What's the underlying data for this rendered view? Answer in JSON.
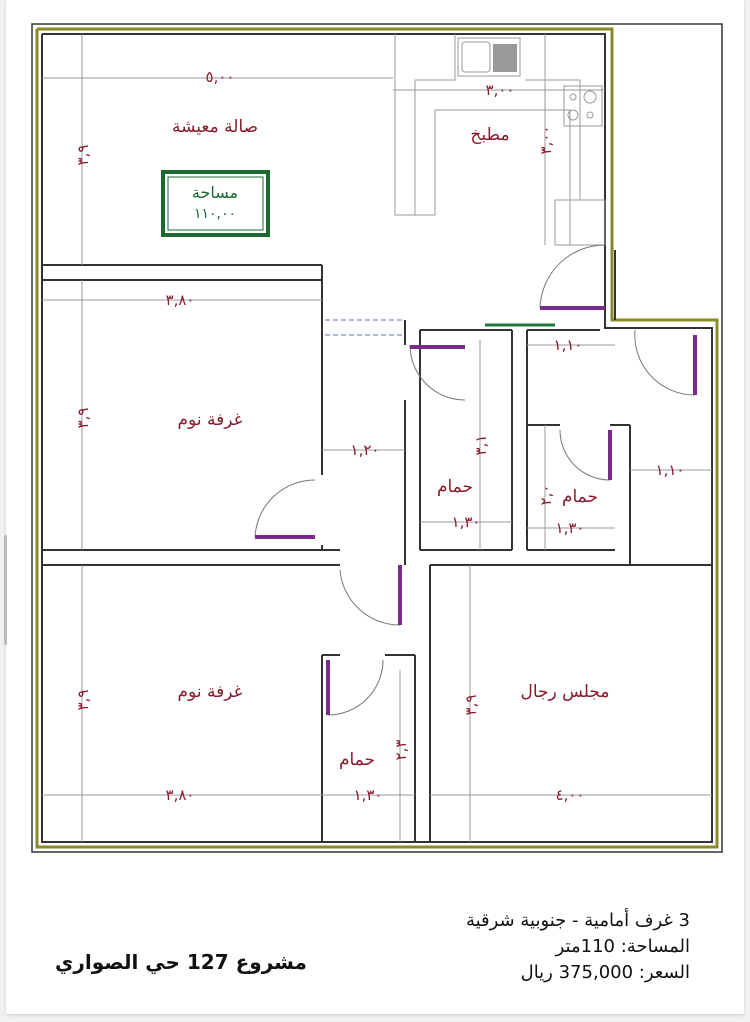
{
  "plan": {
    "rooms": {
      "living": "صالة معيشة",
      "kitchen": "مطبخ",
      "area_label": "مساحة",
      "area_value": "١١٠,٠٠",
      "bedroom1": "غرفة نوم",
      "bedroom2": "غرفة نوم",
      "bath1": "حمام",
      "bath2": "حمام",
      "bath3": "حمام",
      "majlis": "مجلس رجال"
    },
    "dims": {
      "living_w": "٥,٠٠",
      "living_h": "٣,٩",
      "kitchen_w": "٣,٠٠",
      "kitchen_h": "٣,٠٠",
      "bed1_w": "٣,٨٠",
      "bed1_h": "٣,٩",
      "corridor_w": "١,٢٠",
      "bath1_h": "٣,١",
      "bath1_w": "١,٣٠",
      "entry_w": "١,١٠",
      "right_w": "١,١٠",
      "bath2_h": "٢,٠",
      "bath2_w": "١,٣٠",
      "bed2_w": "٣,٨٠",
      "bed2_h": "٣,٩",
      "bath3_w": "١,٣٠",
      "bath3_h": "٢,٣",
      "majlis_w": "٤,٠٠",
      "majlis_h": "٣,٩"
    }
  },
  "info": {
    "line1": "3 غرف أمامية - جنوبية شرقية",
    "line2": "المساحة: 110متر",
    "line3": "السعر: 375,000 ريال",
    "project": "مشروع 127 حي الصواري"
  }
}
